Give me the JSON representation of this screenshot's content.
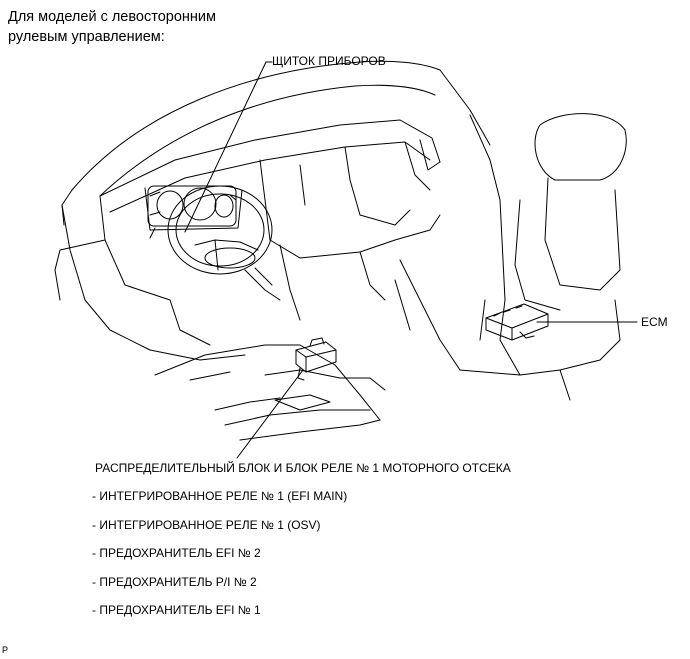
{
  "heading": {
    "line1": "Для моделей с левосторонним",
    "line2": "рулевым управлением:"
  },
  "labels": {
    "cluster": "ЩИТОК ПРИБОРОВ",
    "ecm": "ECM",
    "junction_block": "РАСПРЕДЕЛИТЕЛЬНЫЙ БЛОК И БЛОК РЕЛЕ № 1 МОТОРНОГО ОТСЕКА"
  },
  "components": [
    "- ИНТЕГРИРОВАННОЕ РЕЛЕ № 1 (EFI MAIN)",
    "- ИНТЕГРИРОВАННОЕ РЕЛЕ № 1 (OSV)",
    "- ПРЕДОХРАНИТЕЛЬ EFI № 2",
    "- ПРЕДОХРАНИТЕЛЬ P/I №  2",
    "- ПРЕДОХРАНИТЕЛЬ EFI № 1"
  ],
  "footer_code": "P"
}
